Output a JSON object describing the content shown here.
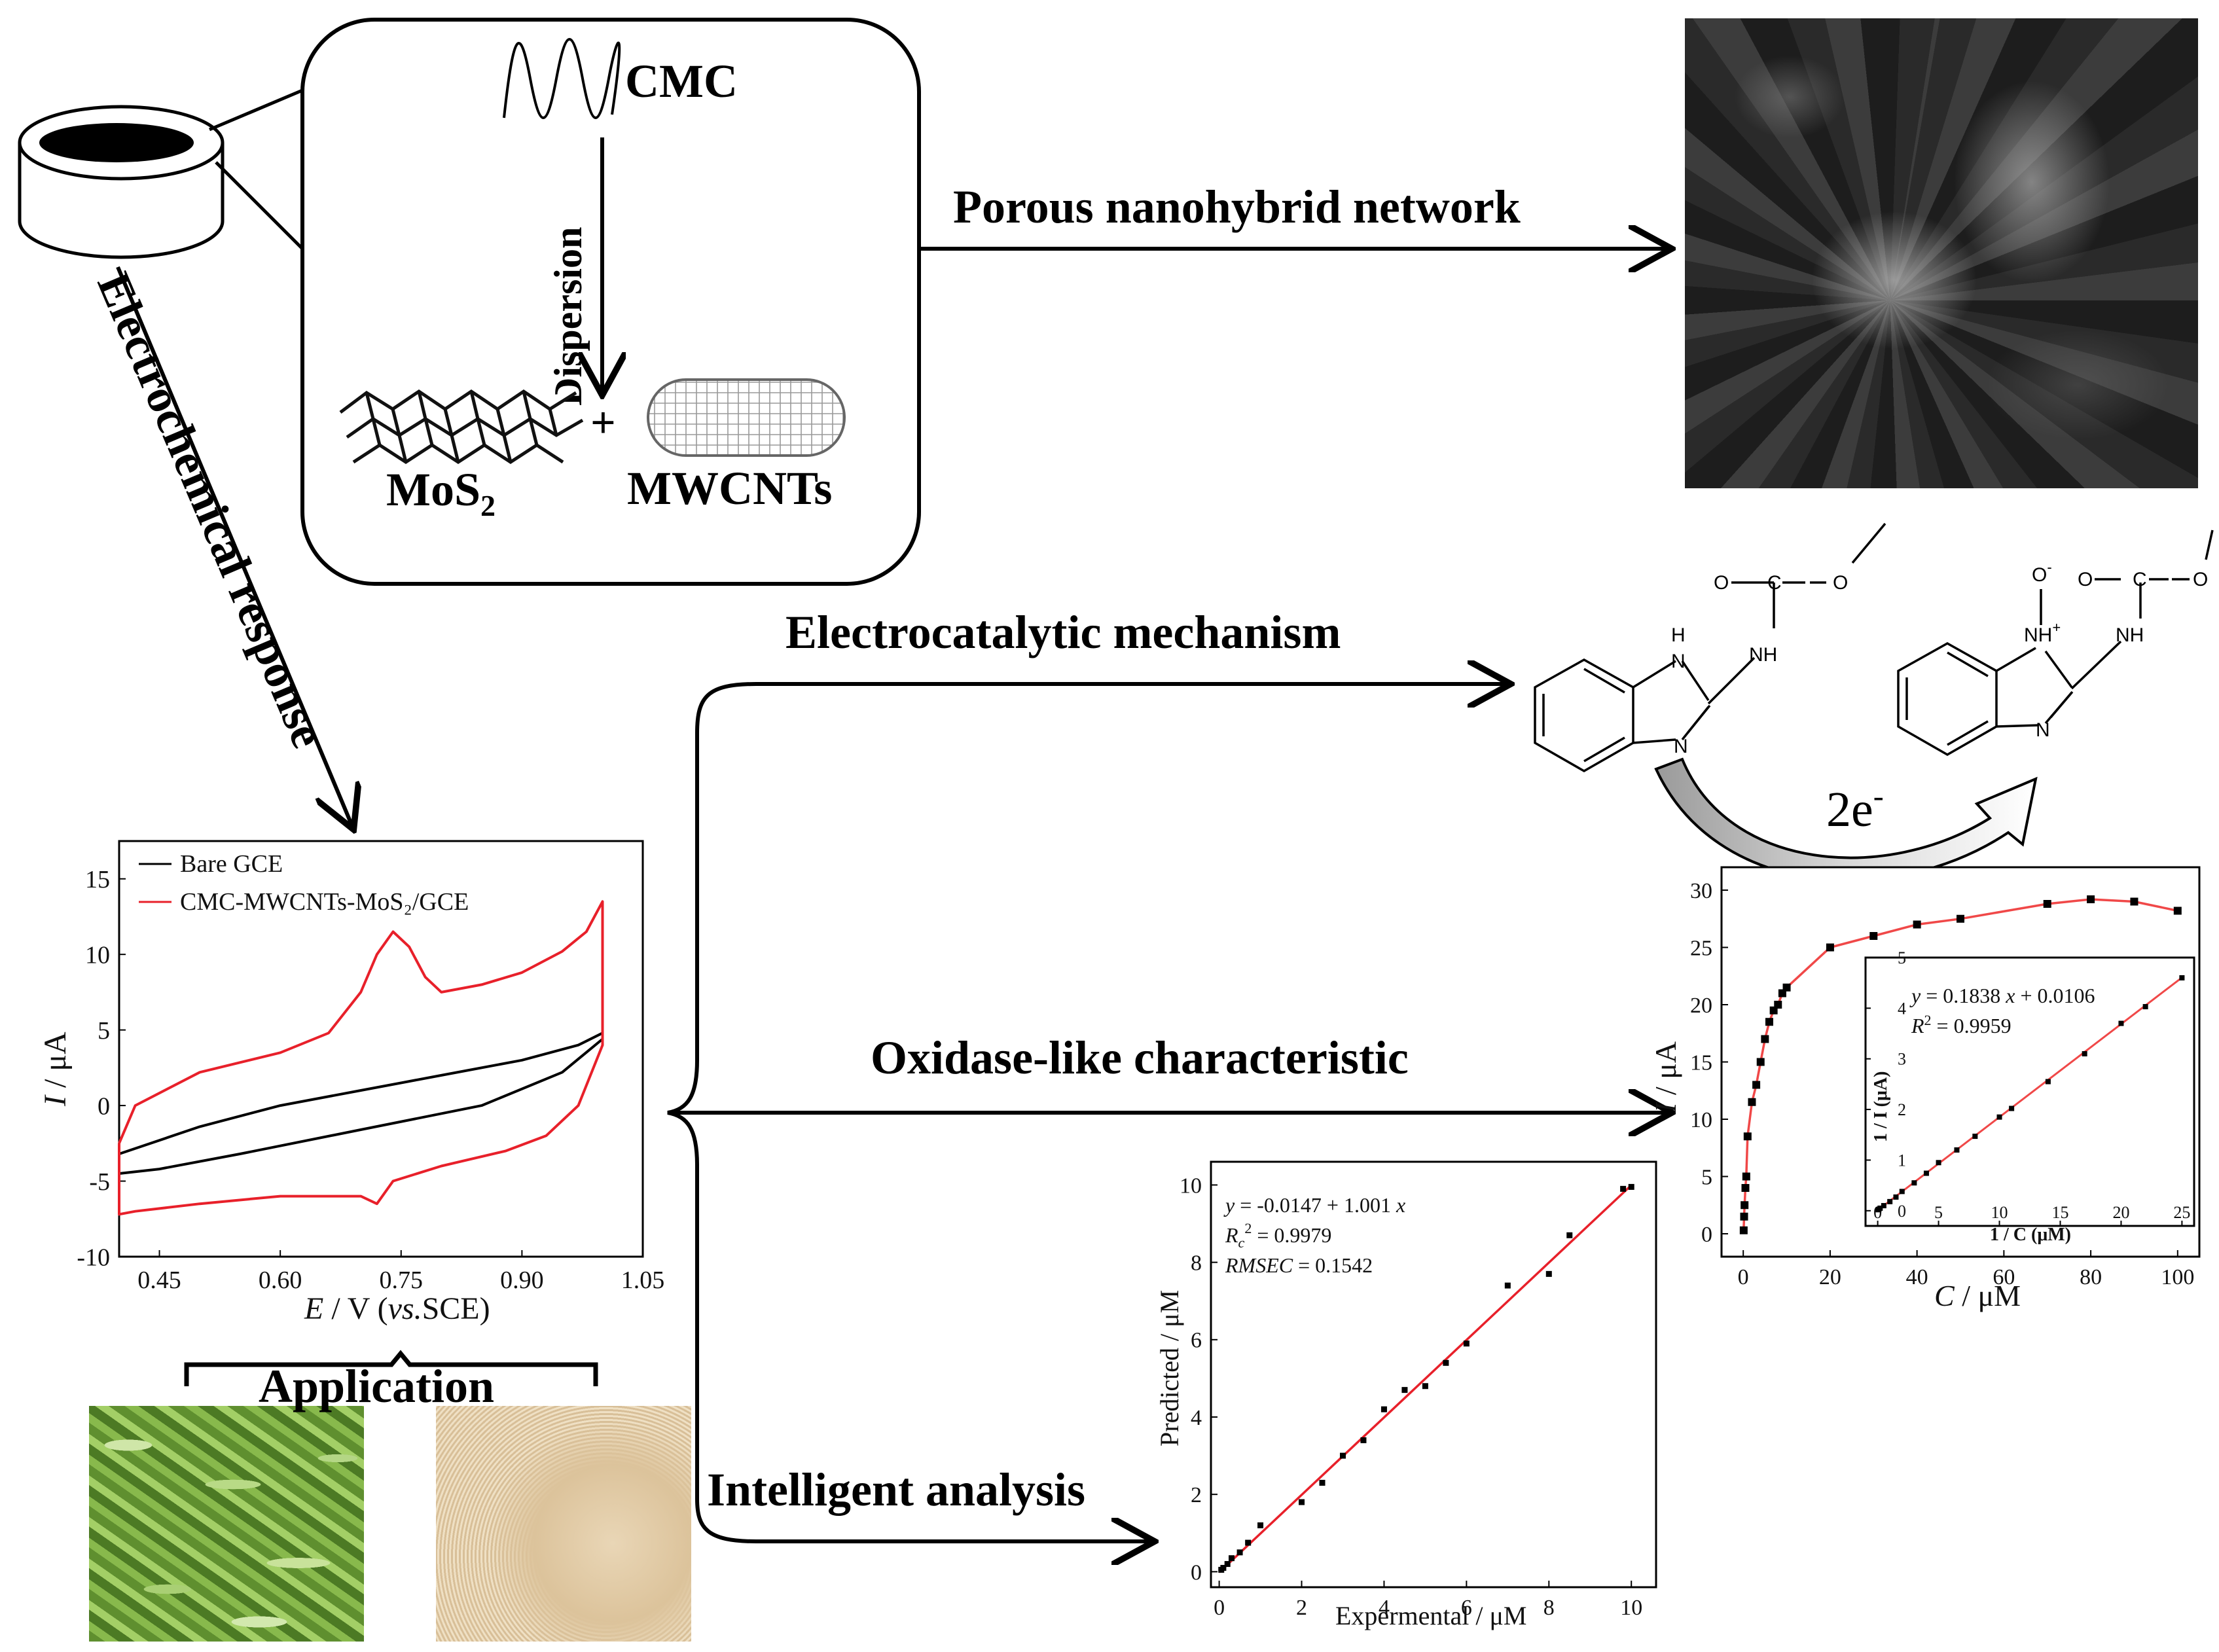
{
  "labels": {
    "cmc": "CMC",
    "dispersion": "Dispersion",
    "mos2": "MoS",
    "mos2_sub": "2",
    "plus": "+",
    "mwcnts": "MWCNTs",
    "porous": "Porous nanohybrid network",
    "electrochemical_response": "Electrochemical response",
    "electrocatalytic": "Electrocatalytic mechanism",
    "oxidase": "Oxidase-like characteristic",
    "intelligent": "Intelligent analysis",
    "application": "Application",
    "two_e": "2e",
    "two_e_sup": "-"
  },
  "molecules": {
    "left": {
      "h": "H",
      "n_top": "N",
      "n_bottom": "N",
      "nh": "NH",
      "c": "C",
      "o": "O"
    },
    "right": {
      "o_minus": "O",
      "o_minus_sup": "-",
      "nh_plus": "NH",
      "nh_plus_sup": "+",
      "n_bottom": "N",
      "nh": "NH",
      "c": "C",
      "o": "O"
    }
  },
  "chart_data": [
    {
      "type": "line",
      "xlabel_italic": "E",
      "xlabel_rest": " / V (",
      "xlabel_vs": "vs.",
      "xlabel_end": "SCE)",
      "ylabel_italic": "I",
      "ylabel_rest": " / μA",
      "xlim": [
        0.4,
        1.05
      ],
      "ylim": [
        -10,
        17.5
      ],
      "xticks": [
        "0.45",
        "0.60",
        "0.75",
        "0.90",
        "1.05"
      ],
      "yticks": [
        "-10",
        "-5",
        "0",
        "5",
        "10",
        "15"
      ],
      "legend": [
        "Bare GCE",
        "CMC-MWCNTs-MoS₂/GCE"
      ],
      "colors": [
        "#000000",
        "#e8202a"
      ],
      "series": [
        {
          "name": "Bare GCE",
          "x": [
            0.4,
            0.5,
            0.6,
            0.7,
            0.8,
            0.9,
            0.97,
            1.0,
            1.0,
            0.95,
            0.85,
            0.7,
            0.55,
            0.45,
            0.4,
            0.4
          ],
          "y": [
            -3.2,
            -1.4,
            0.0,
            1.0,
            2.0,
            3.0,
            4.0,
            4.8,
            4.4,
            2.2,
            0.0,
            -1.6,
            -3.2,
            -4.2,
            -4.5,
            -3.2
          ]
        },
        {
          "name": "CMC-MWCNTs-MoS₂/GCE",
          "x": [
            0.4,
            0.42,
            0.5,
            0.6,
            0.66,
            0.7,
            0.72,
            0.74,
            0.76,
            0.78,
            0.8,
            0.85,
            0.9,
            0.95,
            0.98,
            1.0,
            1.0,
            0.97,
            0.93,
            0.88,
            0.8,
            0.74,
            0.72,
            0.7,
            0.6,
            0.5,
            0.42,
            0.4,
            0.4
          ],
          "y": [
            -2.5,
            0.0,
            2.2,
            3.5,
            4.8,
            7.5,
            10.0,
            11.5,
            10.5,
            8.5,
            7.5,
            8.0,
            8.8,
            10.2,
            11.5,
            13.5,
            4.0,
            0.0,
            -2.0,
            -3.0,
            -4.0,
            -5.0,
            -6.5,
            -6.0,
            -6.0,
            -6.5,
            -7.0,
            -7.2,
            -2.5
          ]
        }
      ]
    },
    {
      "type": "scatter",
      "xlabel_italic": "C",
      "xlabel_rest": " / μM",
      "ylabel_italic": "I",
      "ylabel_rest": " / μA",
      "xlim": [
        -5,
        105
      ],
      "ylim": [
        -2,
        32
      ],
      "xticks": [
        "0",
        "20",
        "40",
        "60",
        "80",
        "100"
      ],
      "yticks": [
        "0",
        "5",
        "10",
        "15",
        "20",
        "25",
        "30"
      ],
      "points": {
        "x": [
          0.1,
          0.2,
          0.3,
          0.5,
          0.7,
          1,
          2,
          3,
          4,
          5,
          6,
          7,
          8,
          9,
          10,
          20,
          30,
          40,
          50,
          70,
          80,
          90,
          100
        ],
        "y": [
          0.3,
          1.5,
          2.5,
          4.0,
          5.0,
          8.5,
          11.5,
          13.0,
          15.0,
          17.0,
          18.5,
          19.5,
          20.0,
          21.0,
          21.5,
          25.0,
          26.0,
          27.0,
          27.5,
          28.8,
          29.2,
          29.0,
          28.2
        ]
      },
      "fit_color": "#f04848",
      "inset": {
        "xlabel": "1 / C (μM)",
        "ylabel": "1 / I (μA)",
        "xlim": [
          -1,
          26
        ],
        "ylim": [
          -0.3,
          5
        ],
        "xticks": [
          "0",
          "5",
          "10",
          "15",
          "20",
          "25"
        ],
        "yticks": [
          "0",
          "1",
          "2",
          "3",
          "4",
          "5"
        ],
        "equation_a": "y",
        "equation_b": " = 0.1838 ",
        "equation_c": "x",
        "equation_d": " + 0.0106",
        "r2_label": "R",
        "r2_sup": "2",
        "r2_value": " = 0.9959",
        "x": [
          0.04,
          0.1,
          0.2,
          0.5,
          1,
          1.5,
          2,
          3,
          4,
          5,
          6.5,
          8,
          10,
          11,
          14,
          17,
          20,
          22,
          25
        ],
        "y": [
          0.02,
          0.03,
          0.05,
          0.1,
          0.18,
          0.27,
          0.38,
          0.55,
          0.74,
          0.95,
          1.2,
          1.47,
          1.85,
          2.02,
          2.55,
          3.1,
          3.7,
          4.03,
          4.6
        ]
      }
    },
    {
      "type": "scatter",
      "xlabel": "Expermental / μM",
      "ylabel": "Predicted / μM",
      "xlim": [
        -0.2,
        10.6
      ],
      "ylim": [
        -0.4,
        10.6
      ],
      "xticks": [
        "0",
        "2",
        "4",
        "6",
        "8",
        "10"
      ],
      "yticks": [
        "0",
        "2",
        "4",
        "6",
        "8",
        "10"
      ],
      "equation": {
        "y": "y",
        "eq": " = -0.0147 + 1.001 ",
        "x": "x",
        "rc": "R",
        "rc_sub": "c",
        "rc_sup": "2",
        "rc_val": " = 0.9979",
        "rmsec": "RMSEC",
        "rmsec_val": " = 0.1542"
      },
      "fit_color": "#e8202a",
      "points": {
        "x": [
          0.05,
          0.1,
          0.2,
          0.3,
          0.5,
          0.7,
          1,
          2,
          2.5,
          3,
          3.5,
          4,
          4.5,
          5,
          5.5,
          6,
          7,
          8,
          8.5,
          9.8,
          10
        ],
        "y": [
          0.05,
          0.1,
          0.2,
          0.35,
          0.5,
          0.75,
          1.2,
          1.8,
          2.3,
          3.0,
          3.4,
          4.2,
          4.7,
          4.8,
          5.4,
          5.9,
          7.4,
          7.7,
          8.7,
          9.9,
          9.95
        ]
      }
    }
  ]
}
